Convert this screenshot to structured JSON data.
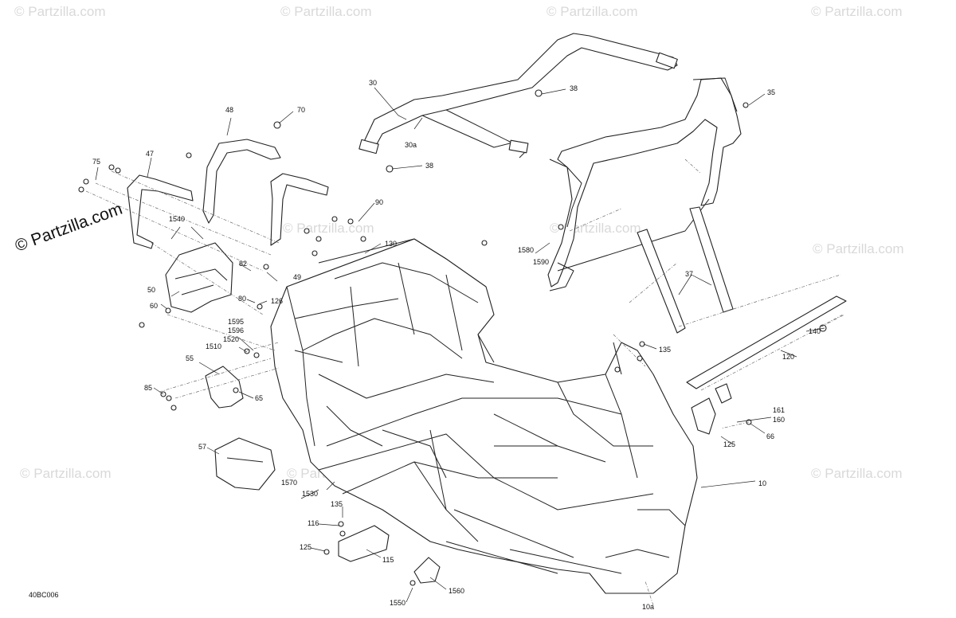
{
  "brand": "© Partzilla.com",
  "watermark": "© Partzilla.com",
  "drawing_code": "40BC006",
  "callouts": {
    "c10": "10",
    "c10a": "10a",
    "c30": "30",
    "c30a": "30a",
    "c35": "35",
    "c37": "37",
    "c38a": "38",
    "c38b": "38",
    "c47": "47",
    "c48": "48",
    "c49": "49",
    "c50": "50",
    "c55": "55",
    "c57": "57",
    "c60": "60",
    "c65": "65",
    "c66": "66",
    "c70": "70",
    "c75": "75",
    "c80": "80",
    "c82": "82",
    "c85": "85",
    "c90": "90",
    "c115": "115",
    "c116": "116",
    "c120": "120",
    "c125a": "125",
    "c125b": "125",
    "c126": "126",
    "c130": "130",
    "c135a": "135",
    "c135b": "135",
    "c140": "140",
    "c160": "160",
    "c161": "161",
    "c1510": "1510",
    "c1520": "1520",
    "c1530": "1530",
    "c1540": "1540",
    "c1550": "1550",
    "c1560": "1560",
    "c1570": "1570",
    "c1580": "1580",
    "c1590": "1590",
    "c1595": "1595",
    "c1596": "1596"
  }
}
